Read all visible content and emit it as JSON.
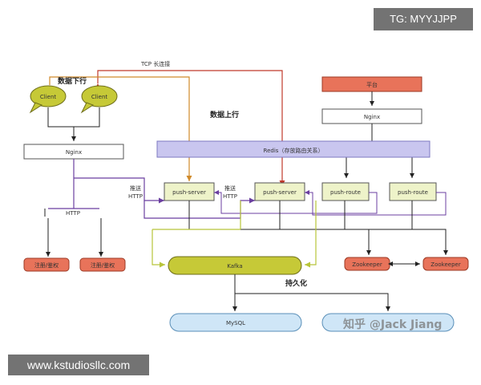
{
  "labels": {
    "tcp": "TCP 长连接",
    "down": "数据下行",
    "up": "数据上行",
    "http": "HTTP",
    "persist": "持久化",
    "push_http_1": "推送",
    "push_http_1b": "HTTP",
    "push_http_2": "推送",
    "push_http_2b": "HTTP"
  },
  "nodes": {
    "client1": "Client",
    "client2": "Client",
    "nginx_left": "Nginx",
    "platform": "平台",
    "nginx_right": "Nginx",
    "redis": "Redis（存放路由关系）",
    "push_server_1": "push-server",
    "push_server_2": "push-server",
    "push_route_1": "push-route",
    "push_route_2": "push-route",
    "reg1": "注册/鉴权",
    "reg2": "注册/鉴权",
    "kafka": "Kafka",
    "zk1": "Zookeeper",
    "zk2": "Zookeeper",
    "mysql": "MySQL"
  },
  "watermarks": {
    "tg": "TG: MYYJJPP",
    "site": "www.kstudiosllc.com",
    "zhihu": "知乎 @Jack Jiang"
  }
}
